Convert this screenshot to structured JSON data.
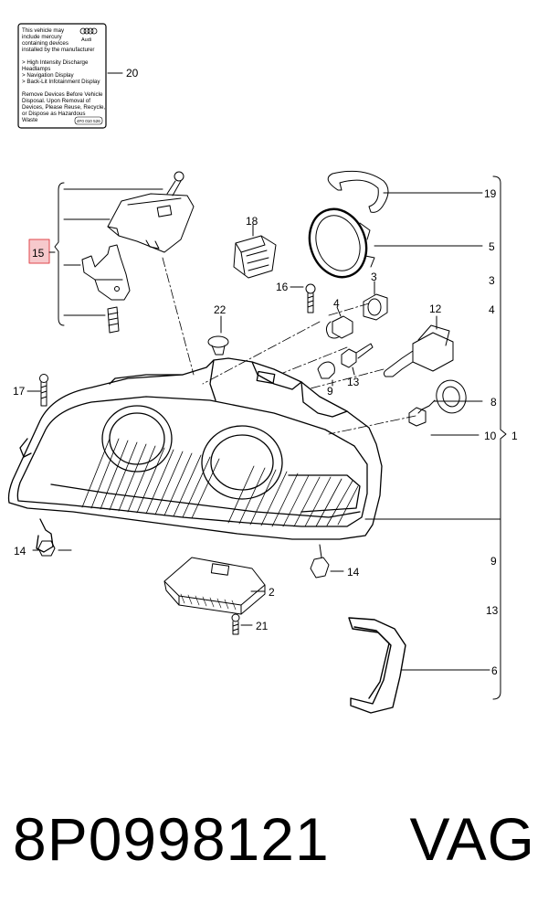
{
  "warning_label": {
    "lines": [
      "This vehicle may",
      "include mercury",
      "containing devices",
      "installed by the manufacturer",
      "",
      "> High Intensity Discharge",
      "  Headlamps",
      "> Navigation Display",
      "> Back-Lit Infotainment Display",
      "",
      "Remove Devices Before Vehicle",
      "Disposal. Upon Removal of",
      "Devices, Please Reuse, Recycle,",
      "or Dispose as Hazardous",
      "Waste"
    ],
    "brand": "Audi",
    "code": "4F0 010 526"
  },
  "callouts": {
    "c20": "20",
    "c19": "19",
    "c5": "5",
    "c3a": "3",
    "c3b": "3",
    "c4a": "4",
    "c4b": "4",
    "c18": "18",
    "c16": "16",
    "c22": "22",
    "c12": "12",
    "c15": "15",
    "c17": "17",
    "c9a": "9",
    "c13a": "13",
    "c8": "8",
    "c10": "10",
    "c1": "1",
    "c14a": "14",
    "c14b": "14",
    "c9b": "9",
    "c2": "2",
    "c13b": "13",
    "c21": "21",
    "c6": "6"
  },
  "footer": {
    "part_number": "8P0998121",
    "brand": "VAG"
  },
  "colors": {
    "line": "#000000",
    "highlight_fill": "#f6c9cc",
    "highlight_stroke": "#e0474c"
  }
}
